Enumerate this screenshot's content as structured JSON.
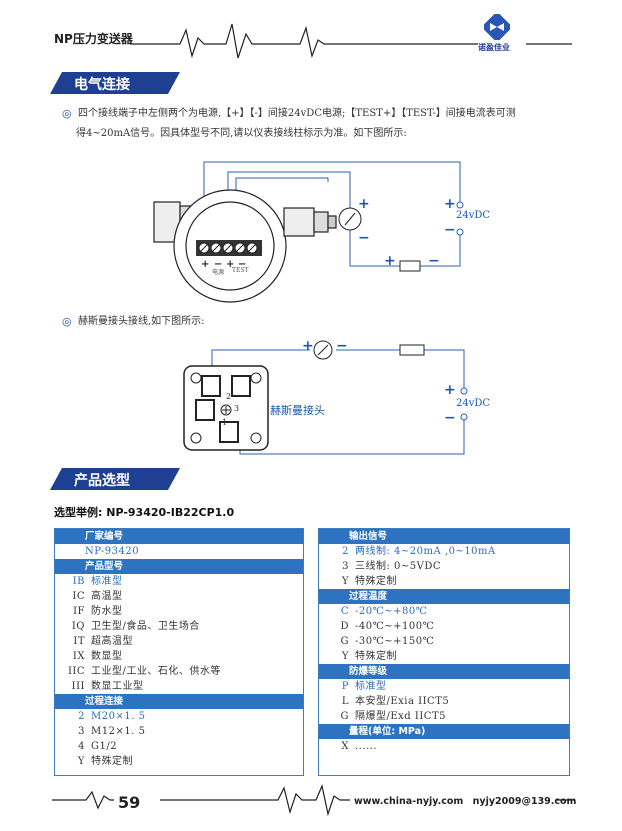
{
  "header": {
    "title": "NP压力变送器",
    "logo_text": "诺盈佳业"
  },
  "sections": {
    "wiring": {
      "title": "电气连接",
      "para1_line1": "四个接线端子中左侧两个为电源,【+】【-】间接24vDC电源;【TEST+】【TEST-】间接电流表可测",
      "para1_line2": "得4~20mA信号。因具体型号不同,请以仪表接线柱标示为准。如下图所示:",
      "para2": "赫斯曼接头接线,如下图所示:",
      "diagram1": {
        "plus": "+",
        "minus": "−",
        "voltage": "24vDC",
        "terminal_label1": "电源",
        "terminal_label2": "TEST"
      },
      "diagram2": {
        "connector_label": "赫斯曼接头",
        "voltage": "24vDC",
        "pin1": "1",
        "pin2": "2",
        "pin3": "3"
      }
    },
    "selection": {
      "title": "产品选型",
      "example_label": "选型举例:",
      "example_value": "NP-93420-IB22CP1.0"
    }
  },
  "left_panel": {
    "vendor_header": "厂家编号",
    "vendor_value": "NP-93420",
    "model_header": "产品型号",
    "models": [
      {
        "code": "IB",
        "desc": "标准型"
      },
      {
        "code": "IC",
        "desc": "高温型"
      },
      {
        "code": "IF",
        "desc": "防水型"
      },
      {
        "code": "IQ",
        "desc": "卫生型/食品、卫生场合"
      },
      {
        "code": "IT",
        "desc": "超高温型"
      },
      {
        "code": "IX",
        "desc": "数显型"
      },
      {
        "code": "IIC",
        "desc": "工业型/工业、石化、供水等"
      },
      {
        "code": "III",
        "desc": "数显工业型"
      }
    ],
    "process_header": "过程连接",
    "process": [
      {
        "code": "2",
        "desc": "M20×1. 5"
      },
      {
        "code": "3",
        "desc": "M12×1. 5"
      },
      {
        "code": "4",
        "desc": "G1/2"
      },
      {
        "code": "Y",
        "desc": "特殊定制"
      }
    ]
  },
  "right_panel": {
    "output_header": "输出信号",
    "outputs": [
      {
        "code": "2",
        "desc": "两线制: 4~20mA ,0~10mA"
      },
      {
        "code": "3",
        "desc": "三线制: 0~5VDC"
      },
      {
        "code": "Y",
        "desc": "特殊定制"
      }
    ],
    "temp_header": "过程温度",
    "temps": [
      {
        "code": "C",
        "desc": "-20℃~+80℃"
      },
      {
        "code": "D",
        "desc": "-40℃~+100℃"
      },
      {
        "code": "G",
        "desc": "-30℃~+150℃"
      },
      {
        "code": "Y",
        "desc": "特殊定制"
      }
    ],
    "ex_header": "防爆等级",
    "ex": [
      {
        "code": "P",
        "desc": "标准型"
      },
      {
        "code": "L",
        "desc": "本安型/Exia IICT5"
      },
      {
        "code": "G",
        "desc": "隔爆型/Exd IICT5"
      }
    ],
    "range_header": "量程(单位: MPa)",
    "range": [
      {
        "code": "X",
        "desc": "......"
      }
    ]
  },
  "footer": {
    "page": "59",
    "website": "www.china-nyjy.com",
    "email": "nyjy2009@139.com"
  },
  "colors": {
    "accent": "#2e73c2",
    "banner": "#1f3f93",
    "diagram_line": "#2a5fb0"
  }
}
